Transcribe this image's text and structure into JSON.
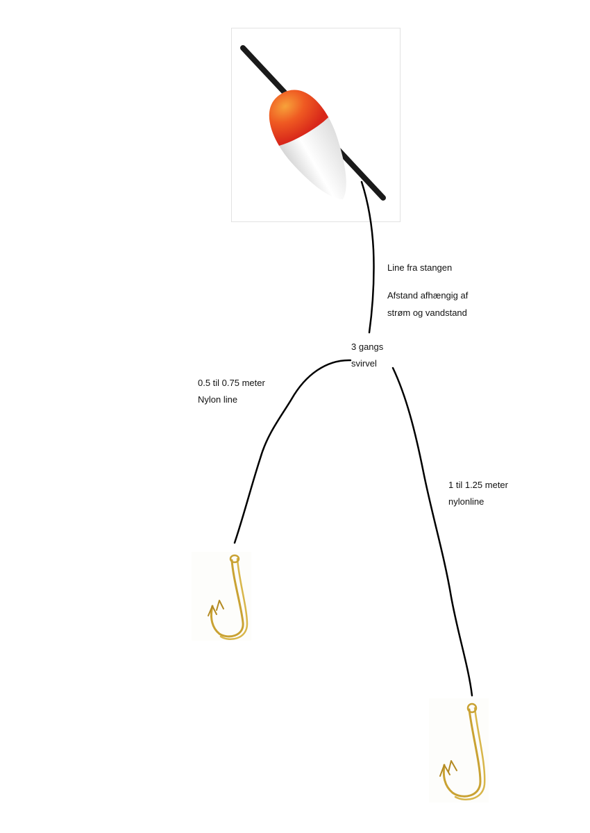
{
  "labels": {
    "line_from_rod": "Line fra stangen",
    "distance_line1": "Afstand afhængig af",
    "distance_line2": "strøm og vandstand",
    "swivel_line1": "3 gangs",
    "swivel_line2": "svirvel",
    "short_leader_line1": "0.5 til 0.75 meter",
    "short_leader_line2": "Nylon line",
    "long_leader_line1": "1 til 1.25 meter",
    "long_leader_line2": "nylonline"
  },
  "icons": {
    "float": "fishing-float-icon",
    "hook": "fish-hook-icon"
  },
  "colors": {
    "float_top": "#e8351c",
    "float_body": "#f4f4f4",
    "float_stick": "#1a1a1a",
    "line": "#000000",
    "hook_gold": "#c9a233",
    "text": "#111111"
  }
}
